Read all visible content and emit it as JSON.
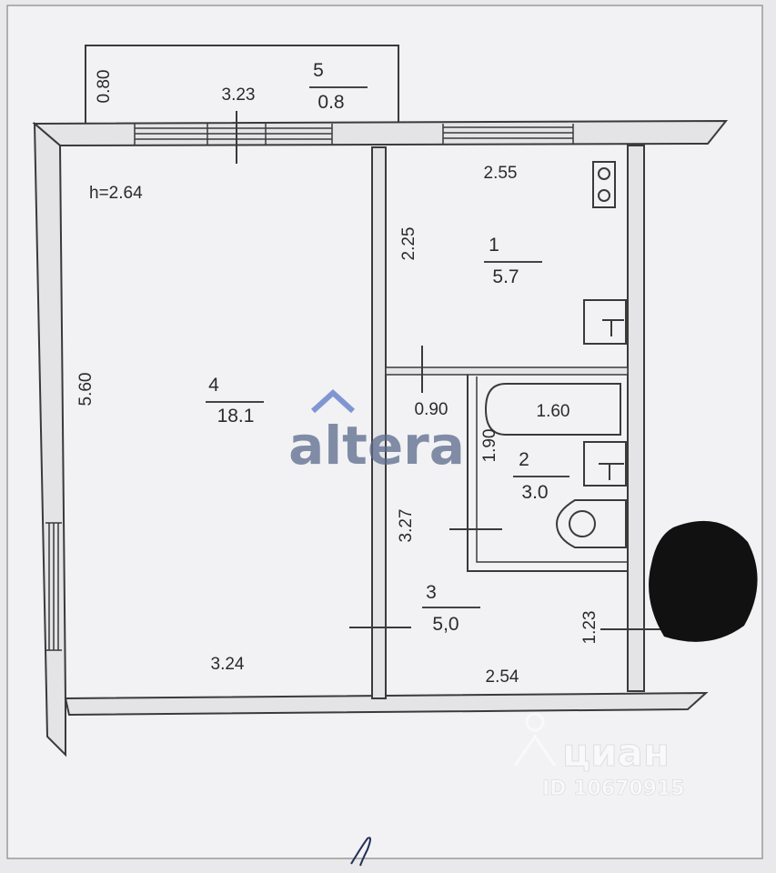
{
  "ceiling_height": "h=2.64",
  "rooms": {
    "kitchen": {
      "number": "1",
      "area": "5.7"
    },
    "bathroom": {
      "number": "2",
      "area": "3.0"
    },
    "hall": {
      "number": "3",
      "area": "5,0"
    },
    "living": {
      "number": "4",
      "area": "18.1"
    },
    "balcony": {
      "number": "5",
      "area": "0.8"
    }
  },
  "dimensions": {
    "balcony_depth": "0.80",
    "balcony_length": "3.23",
    "kitchen_width": "2.55",
    "kitchen_depth": "2.25",
    "living_length": "5.60",
    "living_width": "3.24",
    "passage_width": "0.90",
    "bath_length": "1.60",
    "bath_depth": "1.90",
    "hall_length": "3.27",
    "hall_width": "2.54",
    "entry_width": "1.23"
  },
  "watermarks": {
    "altera": "altera",
    "cian_brand": "циан",
    "cian_id": "ID 10670915"
  },
  "colors": {
    "paper": "#f2f2f4",
    "wall": "#3a3a3a",
    "brand": "#5b6b8c"
  }
}
